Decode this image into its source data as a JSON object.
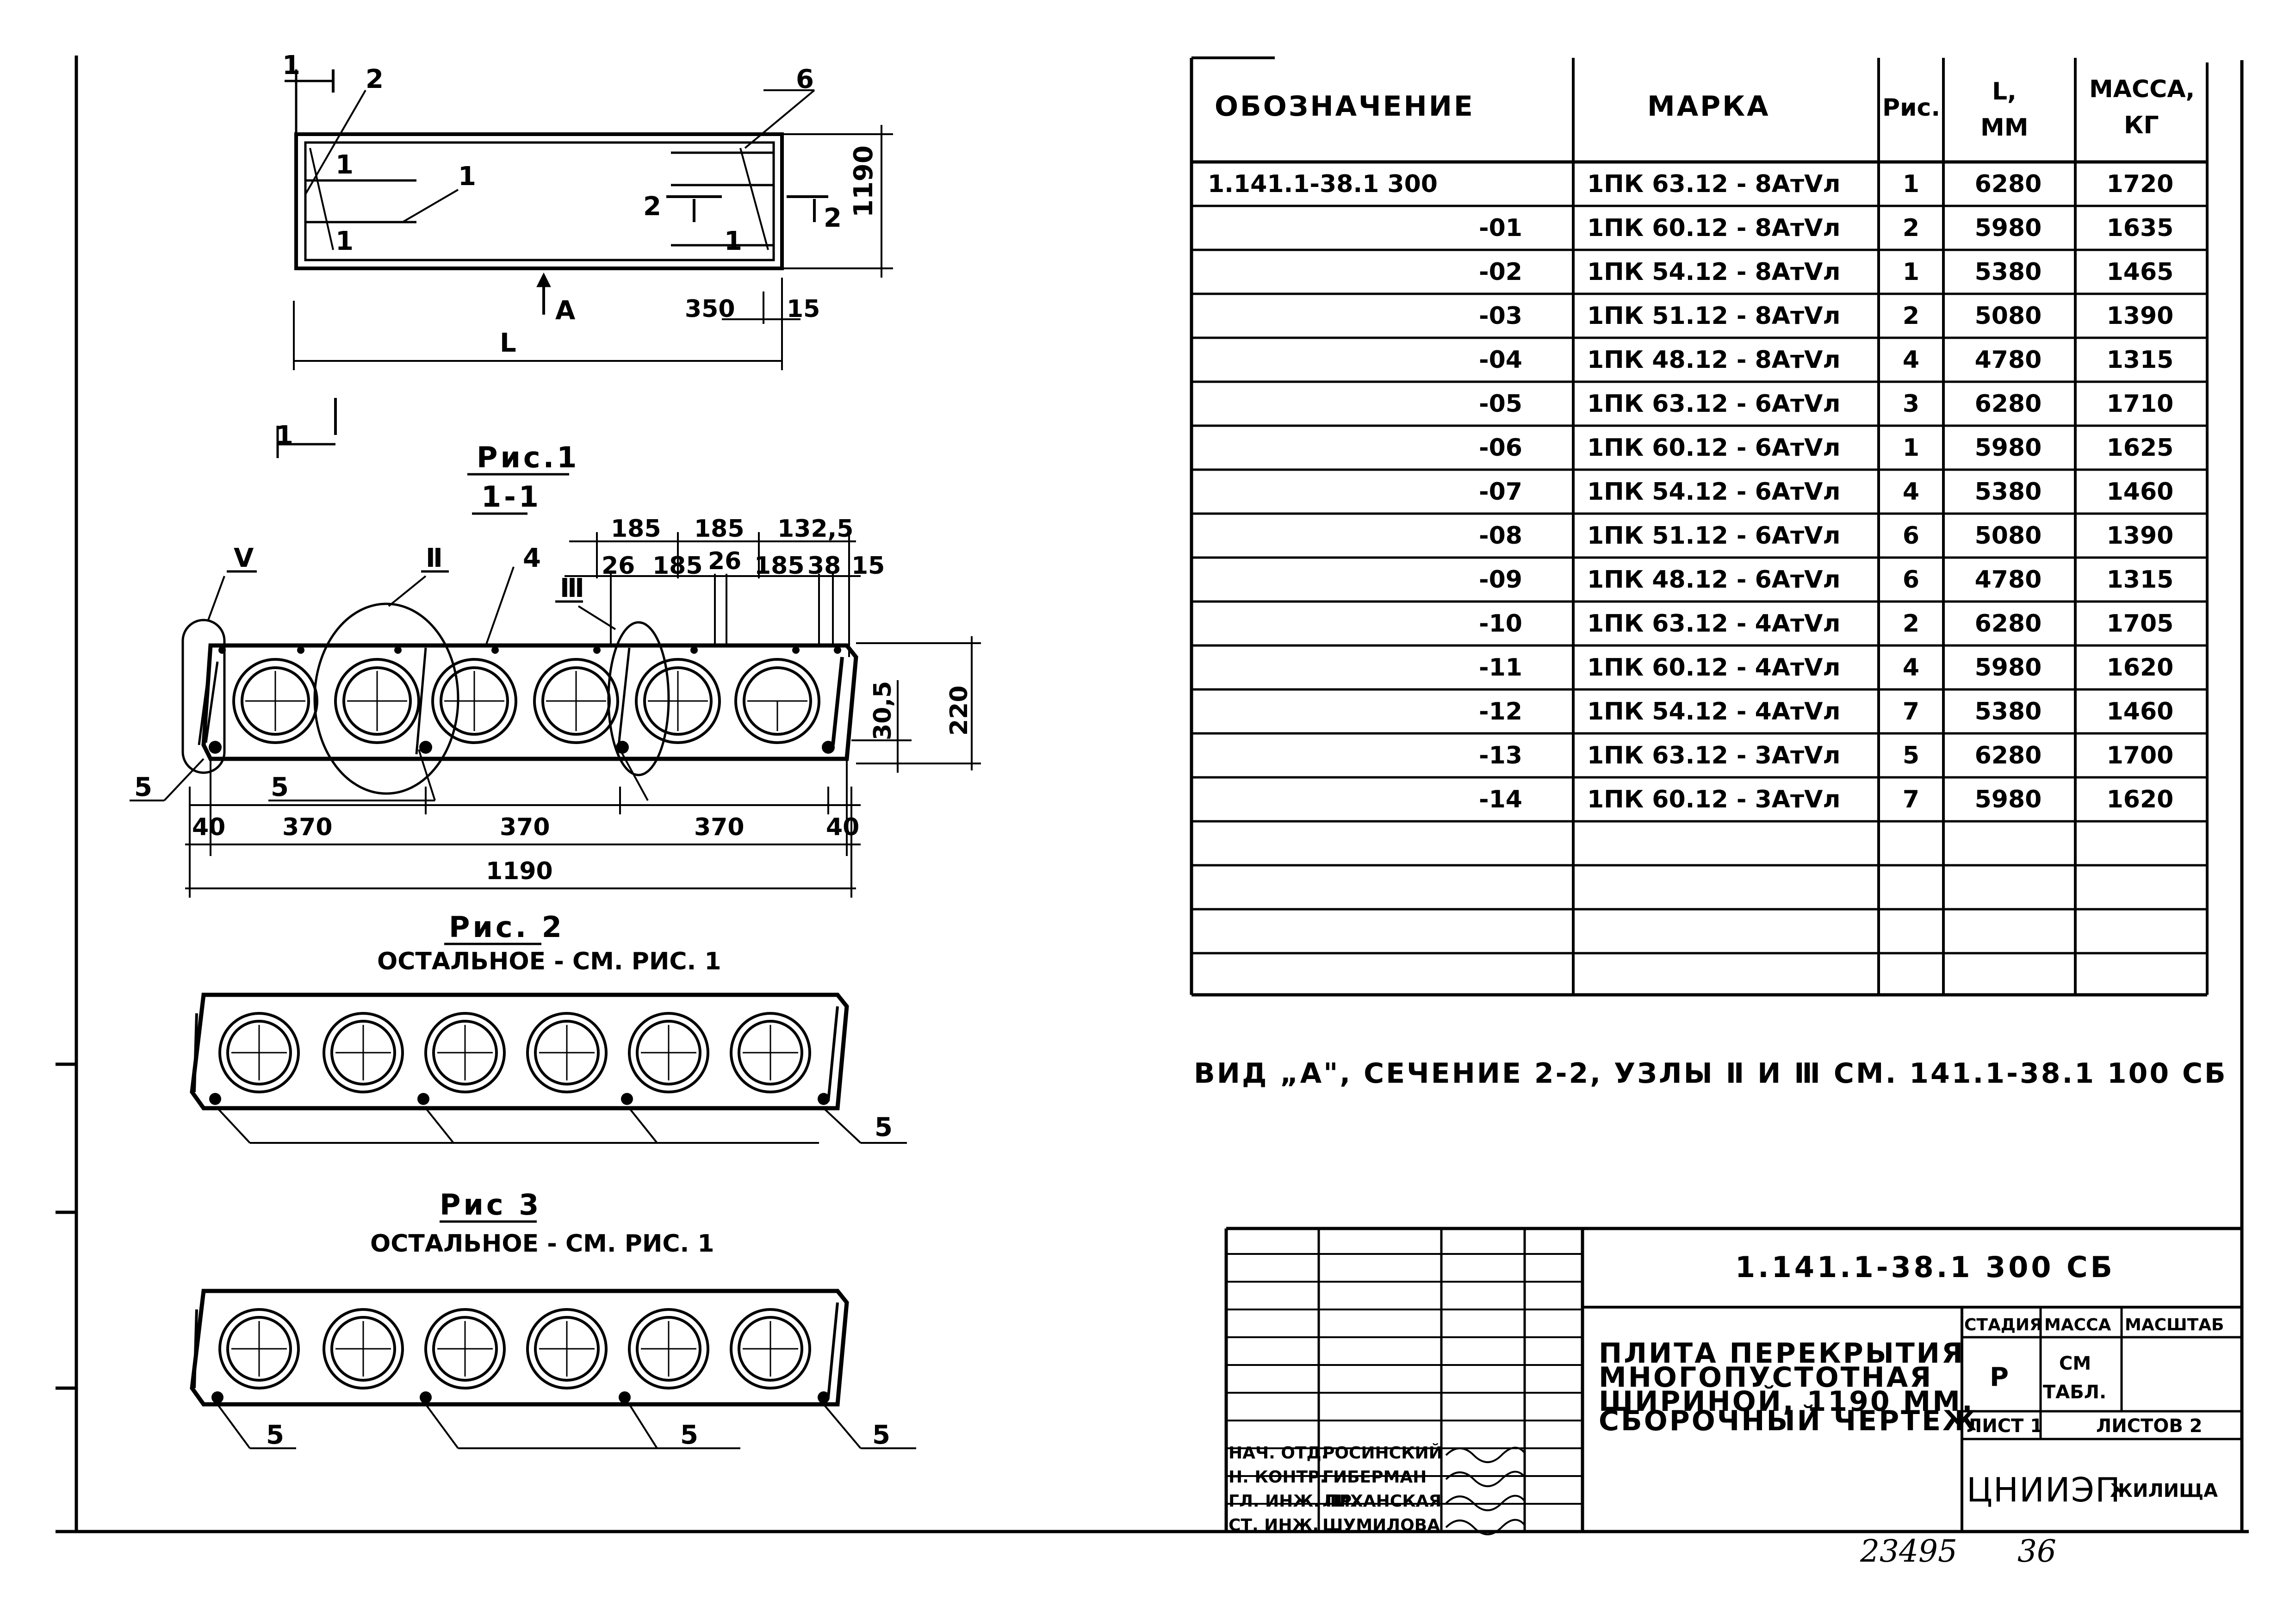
{
  "drawing": {
    "top_view": {
      "section_mark": "1",
      "labels": [
        "2",
        "1",
        "6",
        "2",
        "1",
        "1",
        "1"
      ],
      "section_mark_right": "2",
      "dim_width": "1190",
      "view_arrow": "А",
      "dim_350": "350",
      "dim_15": "15",
      "dim_L": "L",
      "section_mark_bottom": "1"
    },
    "fig1": {
      "title": "Рис.1",
      "subtitle": "1-1",
      "node_V": "Ⅴ",
      "node_II": "Ⅱ",
      "node_III": "Ⅲ",
      "label_4": "4",
      "label_5a": "5",
      "label_5b": "5",
      "top_dims": [
        "185",
        "185",
        "132,5"
      ],
      "top_dims2": [
        "26",
        "185",
        "26",
        "185",
        "38",
        "15"
      ],
      "dim_30_5": "30,5",
      "dim_220": "220",
      "bottom_dims": [
        "40",
        "370",
        "370",
        "370",
        "40"
      ],
      "dim_total": "1190"
    },
    "fig2": {
      "title": "Рис. 2",
      "subtitle": "ОСТАЛЬНОЕ - СМ. РИС. 1",
      "label_5": "5"
    },
    "fig3": {
      "title": "Рис 3",
      "subtitle": "ОСТАЛЬНОЕ - СМ. РИС. 1",
      "labels_5": [
        "5",
        "5",
        "5"
      ]
    }
  },
  "spec_table": {
    "headers": {
      "designation": "ОБОЗНАЧЕНИЕ",
      "mark": "МАРКА",
      "fig": "Рис.",
      "length": "L,\nММ",
      "mass": "МАССА,\nКГ"
    },
    "rows": [
      {
        "designation": "1.141.1-38.1  300",
        "mark": "1ПК 63.12 - 8АтⅤл",
        "fig": "1",
        "length": "6280",
        "mass": "1720"
      },
      {
        "designation": "-01",
        "mark": "1ПК 60.12 - 8АтⅤл",
        "fig": "2",
        "length": "5980",
        "mass": "1635"
      },
      {
        "designation": "-02",
        "mark": "1ПК 54.12 - 8АтⅤл",
        "fig": "1",
        "length": "5380",
        "mass": "1465"
      },
      {
        "designation": "-03",
        "mark": "1ПК 51.12 - 8АтⅤл",
        "fig": "2",
        "length": "5080",
        "mass": "1390"
      },
      {
        "designation": "-04",
        "mark": "1ПК 48.12 - 8АтⅤл",
        "fig": "4",
        "length": "4780",
        "mass": "1315"
      },
      {
        "designation": "-05",
        "mark": "1ПК 63.12 - 6АтⅤл",
        "fig": "3",
        "length": "6280",
        "mass": "1710"
      },
      {
        "designation": "-06",
        "mark": "1ПК 60.12 - 6АтⅤл",
        "fig": "1",
        "length": "5980",
        "mass": "1625"
      },
      {
        "designation": "-07",
        "mark": "1ПК 54.12 - 6АтⅤл",
        "fig": "4",
        "length": "5380",
        "mass": "1460"
      },
      {
        "designation": "-08",
        "mark": "1ПК 51.12 - 6АтⅤл",
        "fig": "6",
        "length": "5080",
        "mass": "1390"
      },
      {
        "designation": "-09",
        "mark": "1ПК 48.12 - 6АтⅤл",
        "fig": "6",
        "length": "4780",
        "mass": "1315"
      },
      {
        "designation": "-10",
        "mark": "1ПК 63.12 - 4АтⅤл",
        "fig": "2",
        "length": "6280",
        "mass": "1705"
      },
      {
        "designation": "-11",
        "mark": "1ПК 60.12 - 4АтⅤл",
        "fig": "4",
        "length": "5980",
        "mass": "1620"
      },
      {
        "designation": "-12",
        "mark": "1ПК 54.12 - 4АтⅤл",
        "fig": "7",
        "length": "5380",
        "mass": "1460"
      },
      {
        "designation": "-13",
        "mark": "1ПК 63.12 - 3АтⅤл",
        "fig": "5",
        "length": "6280",
        "mass": "1700"
      },
      {
        "designation": "-14",
        "mark": "1ПК 60.12 - 3АтⅤл",
        "fig": "7",
        "length": "5980",
        "mass": "1620"
      }
    ],
    "empty_rows": 4
  },
  "note": "ВИД „А\", СЕЧЕНИЕ 2-2,  УЗЛЫ Ⅱ И Ⅲ СМ. 141.1-38.1  100 СБ",
  "title_block": {
    "code": "1.141.1-38.1   300 СБ",
    "title_lines": [
      "ПЛИТА  ПЕРЕКРЫТИЯ",
      "МНОГОПУСТОТНАЯ",
      "ШИРИНОЙ, 1190 ММ.",
      "СБОРОЧНЫЙ  ЧЕРТЕЖ"
    ],
    "stage_label": "СТАДИЯ",
    "mass_label": "МАССА",
    "scale_label": "МАСШТАБ",
    "stage_value": "Р",
    "mass_value": "СМ\nТАБЛ.",
    "sheet_label": "ЛИСТ 1",
    "sheets_label": "ЛИСТОВ 2",
    "org": "ЦНИИЭП",
    "org_suffix": "ЖИЛИЩА",
    "signatures": [
      {
        "role": "НАЧ. ОТД.",
        "name": "РОСИНСКИЙ"
      },
      {
        "role": "Н. КОНТР.",
        "name": "ГИБЕРМАН"
      },
      {
        "role": "ГЛ. ИНЖ. ПР.",
        "name": "ЛИХАНСКАЯ"
      },
      {
        "role": "СТ. ИНЖ.",
        "name": "ШУМИЛОВА"
      }
    ]
  },
  "archive_number": "23495",
  "archive_sheet": "36"
}
